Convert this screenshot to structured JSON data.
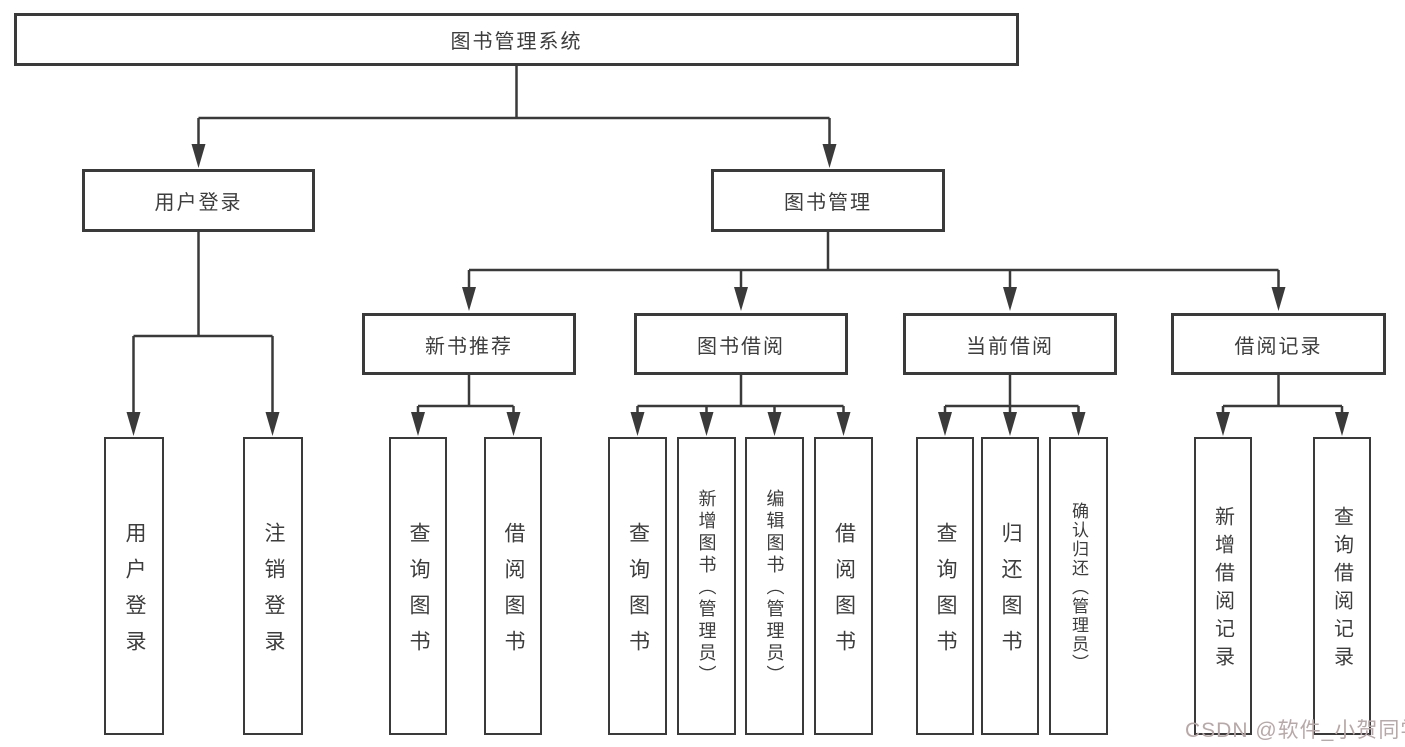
{
  "diagram_type": "hierarchy-tree",
  "tree": {
    "root": {
      "label": "图书管理系统",
      "children": [
        {
          "label": "用户登录",
          "children": [
            {
              "label": "用户登录"
            },
            {
              "label": "注销登录"
            }
          ]
        },
        {
          "label": "图书管理",
          "children": [
            {
              "label": "新书推荐",
              "children": [
                {
                  "label": "查询图书"
                },
                {
                  "label": "借阅图书"
                }
              ]
            },
            {
              "label": "图书借阅",
              "children": [
                {
                  "label": "查询图书"
                },
                {
                  "label": "新增图书（管理员）"
                },
                {
                  "label": "编辑图书（管理员）"
                },
                {
                  "label": "借阅图书"
                }
              ]
            },
            {
              "label": "当前借阅",
              "children": [
                {
                  "label": "查询图书"
                },
                {
                  "label": "归还图书"
                },
                {
                  "label": "确认归还（管理员）"
                }
              ]
            },
            {
              "label": "借阅记录",
              "children": [
                {
                  "label": "新增借阅记录"
                },
                {
                  "label": "查询借阅记录"
                }
              ]
            }
          ]
        }
      ]
    }
  },
  "watermark": {
    "text": "CSDN @软件_小贺同学"
  },
  "colors": {
    "line": "#3a3a3a",
    "box_border": "#3a3a3a",
    "text": "#3d3d3d",
    "watermark": "#b9a8a8",
    "background": "#ffffff"
  }
}
